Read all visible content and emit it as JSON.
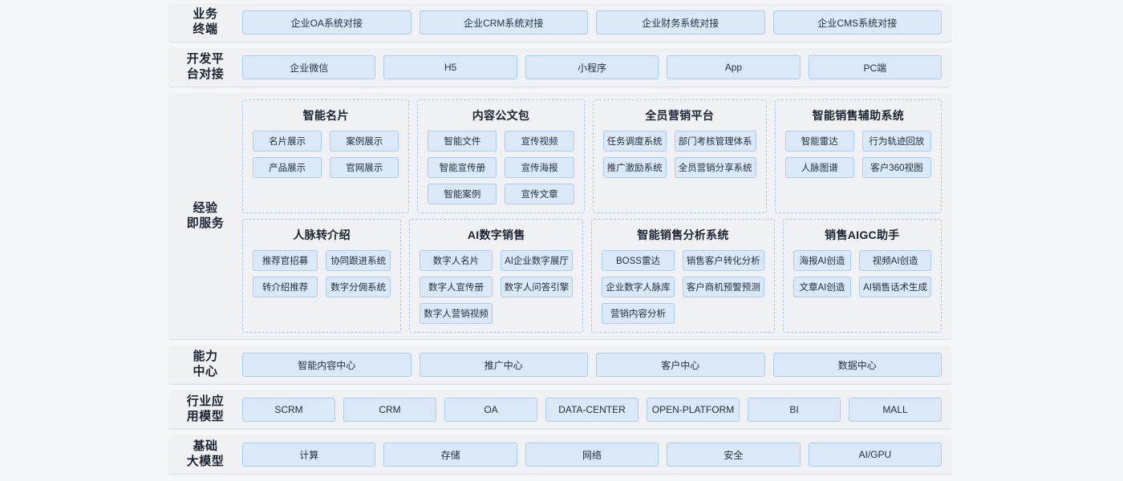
{
  "theme": {
    "page_bg": "#f4f6fa",
    "band_bg": "#f0f1f4",
    "chip_fill": "#dae8f7",
    "chip_border": "#a9cdf0",
    "group_dash_border": "#a8c9ec",
    "text": "#1b2430"
  },
  "bands": [
    {
      "label": "业务\n终端",
      "items": [
        "企业OA系统对接",
        "企业CRM系统对接",
        "企业财务系统对接",
        "企业CMS系统对接"
      ]
    },
    {
      "label": "开发平\n台对接",
      "items": [
        "企业微信",
        "H5",
        "小程序",
        "App",
        "PC端"
      ]
    }
  ],
  "main": {
    "label": "经验\n即服务",
    "rows": [
      [
        {
          "title": "智能名片",
          "items": [
            "名片展示",
            "案例展示",
            "产品展示",
            "官网展示"
          ]
        },
        {
          "title": "内容公文包",
          "items": [
            "智能文件",
            "宣传视频",
            "智能宣传册",
            "宣传海报",
            "智能案例",
            "宣传文章"
          ]
        },
        {
          "title": "全员营销平台",
          "items": [
            "任务调度系统",
            "部门考核管理体系",
            "推广激励系统",
            "全员营销分享系统"
          ]
        },
        {
          "title": "智能销售辅助系统",
          "items": [
            "智能雷达",
            "行为轨迹回放",
            "人脉图谱",
            "客户360视图"
          ]
        }
      ],
      [
        {
          "title": "人脉转介绍",
          "items": [
            "推荐官招募",
            "协同跟进系统",
            "转介绍推荐",
            "数字分佣系统"
          ]
        },
        {
          "title": "AI数字销售",
          "items": [
            "数字人名片",
            "AI企业数字展厅",
            "数字人宣传册",
            "数字人问答引擎",
            "数字人营销视频"
          ]
        },
        {
          "title": "智能销售分析系统",
          "items": [
            "BOSS雷达",
            "销售客户转化分析",
            "企业数字人脉库",
            "客户商机预警预测",
            "营销内容分析"
          ]
        },
        {
          "title": "销售AIGC助手",
          "items": [
            "海报AI创造",
            "视频AI创造",
            "文章AI创造",
            "AI销售话术生成"
          ]
        }
      ]
    ]
  },
  "bands_bottom": [
    {
      "label": "能力\n中心",
      "items": [
        "智能内容中心",
        "推广中心",
        "客户中心",
        "数据中心"
      ]
    },
    {
      "label": "行业应\n用模型",
      "items": [
        "SCRM",
        "CRM",
        "OA",
        "DATA-CENTER",
        "OPEN-PLATFORM",
        "BI",
        "MALL"
      ]
    },
    {
      "label": "基础\n大模型",
      "items": [
        "计算",
        "存储",
        "网络",
        "安全",
        "AI/GPU"
      ]
    }
  ]
}
